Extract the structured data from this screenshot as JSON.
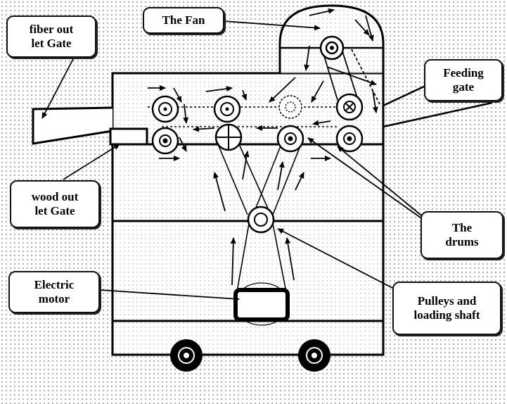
{
  "labels": {
    "fan": "The Fan",
    "fiber_gate": "fiber out\nlet Gate",
    "feeding_gate": "Feeding\ngate",
    "wood_gate": "wood out\nlet Gate",
    "drums": "The\ndrums",
    "motor": "Electric\nmotor",
    "pulleys": "Pulleys and\nloading shaft"
  },
  "colors": {
    "ink": "#000000",
    "dots": "#9a9a9a"
  }
}
